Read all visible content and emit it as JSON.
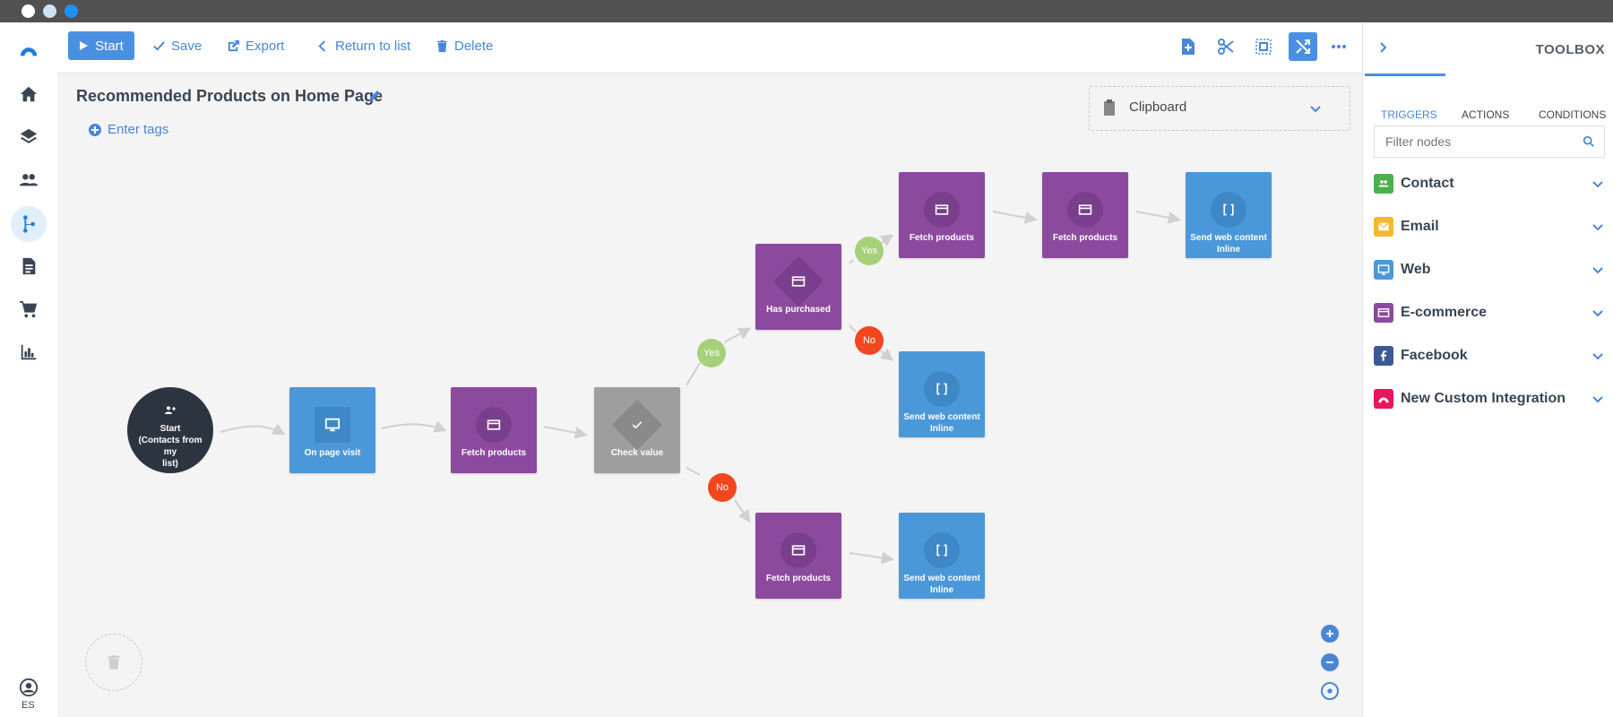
{
  "toolbar": {
    "start_label": "Start",
    "save_label": "Save",
    "export_label": "Export",
    "return_label": "Return to list",
    "delete_label": "Delete"
  },
  "workflow": {
    "title": "Recommended Products on Home Page",
    "tags_label": "Enter tags",
    "clipboard_label": "Clipboard"
  },
  "nodes": {
    "start": [
      "Start",
      "(Contacts from my",
      "list)"
    ],
    "on_page_visit": "On page visit",
    "fetch_1": "Fetch products",
    "check_value": "Check value",
    "has_purchased": "Has purchased",
    "fetch_2": "Fetch products",
    "fetch_3": "Fetch products",
    "send_1": [
      "Send web content",
      "Inline"
    ],
    "send_2": [
      "Send web content",
      "Inline"
    ],
    "fetch_4": "Fetch products",
    "send_3": [
      "Send web content",
      "Inline"
    ]
  },
  "branches": {
    "yes_1": "Yes",
    "no_1": "No",
    "yes_2": "Yes",
    "no_2": "No"
  },
  "nav": {
    "user_locale": "ES"
  },
  "toolbox": {
    "title": "TOOLBOX",
    "tabs": [
      "TRIGGERS",
      "ACTIONS",
      "CONDITIONS"
    ],
    "filter_placeholder": "Filter nodes",
    "categories": [
      "Contact",
      "Email",
      "Web",
      "E-commerce",
      "Facebook",
      "New Custom Integration"
    ]
  },
  "colors": {
    "accent": "#4a90e2",
    "purple_node": "#8c4a9f",
    "blue_node": "#4a98d9",
    "gray_node": "#9e9e9e",
    "yes": "#a6d07a",
    "no": "#f2461e",
    "start_node": "#2c3440"
  }
}
